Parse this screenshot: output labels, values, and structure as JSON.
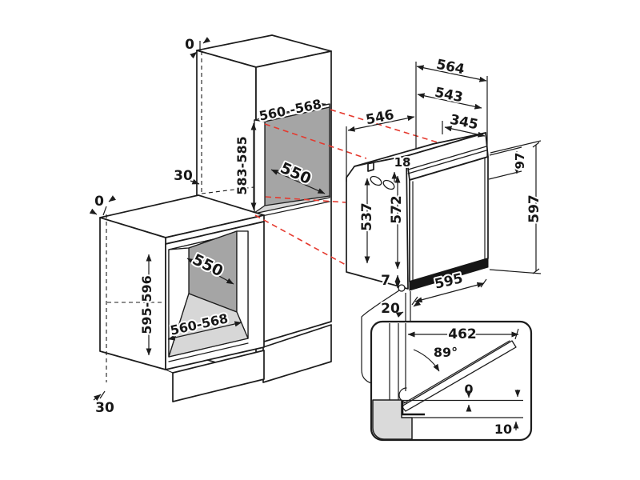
{
  "diagram": {
    "kind": "built-in oven installation dimension drawing",
    "units": "mm",
    "colors": {
      "outline": "#1c1c1c",
      "niche_back_panel": "#a5a5a5",
      "niche_floor": "#d7d7d7",
      "section_fill": "#dadada",
      "projection_line": "#e5392e",
      "background": "#ffffff"
    },
    "labels": {
      "tall": {
        "top_gap": "0",
        "niche_width": "560 -568",
        "niche_height": "583-585",
        "niche_depth": "550",
        "rear_gap": "30"
      },
      "base": {
        "top_gap": "0",
        "niche_depth": "550",
        "niche_height": "595-596",
        "niche_width": "560-568",
        "bottom_gap": "30"
      },
      "oven": {
        "niche_min_width": "564",
        "rear_width": "543",
        "body_depth": "546",
        "top_zone": "345",
        "top_offset": "18",
        "panel_height": "97",
        "body_height": "537",
        "front_height": "572",
        "overall_height": "597",
        "door_gap": "7",
        "front_width": "595",
        "bottom_gap": "20"
      },
      "detail": {
        "door_depth": "462",
        "open_angle": "89°",
        "zero_gap": "0",
        "bottom_clearance": "10"
      }
    }
  }
}
